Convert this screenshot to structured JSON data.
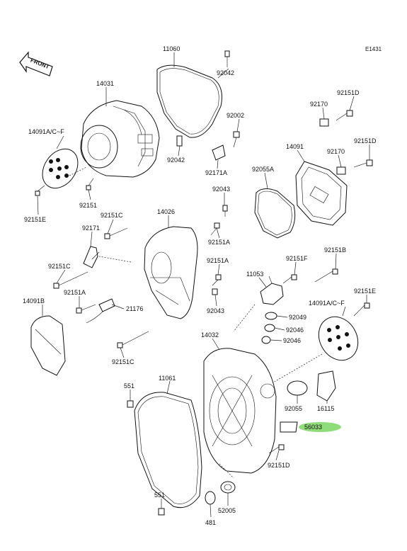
{
  "diagram": {
    "ref_code": "E1431",
    "front_label": "FRONT",
    "highlight_color": "#8fdc7a",
    "labels": {
      "p11060": "11060",
      "p14031": "14031",
      "p92042_a": "92042",
      "p92002": "92002",
      "p14091a_cf_left": "14091A/C~F",
      "p92042_b": "92042",
      "p92171a": "92171A",
      "p92151": "92151",
      "p92151e_left": "92151E",
      "p92043_a": "92043",
      "p92151c_a": "92151C",
      "p14026": "14026",
      "p92171": "92171",
      "p92151a_a": "92151A",
      "p92151c_b": "92151C",
      "p92151a_b": "92151A",
      "p92151a_c": "92151A",
      "p21176": "21176",
      "p92043_b": "92043",
      "p14091b": "14091B",
      "p92151c_c": "92151C",
      "p92151d_a": "92151D",
      "p92170_a": "92170",
      "p92151d_b": "92151D",
      "p14091": "14091",
      "p92170_b": "92170",
      "p92055a": "92055A",
      "p92151f": "92151F",
      "p92151b": "92151B",
      "p11053": "11053",
      "p92151e_right": "92151E",
      "p14091a_cf_right": "14091A/C~F",
      "p92049": "92049",
      "p92046_a": "92046",
      "p92046_b": "92046",
      "p14032": "14032",
      "p11061": "11061",
      "p551_a": "551",
      "p92055": "92055",
      "p16115": "16115",
      "p56033": "56033",
      "p92151d_c": "92151D",
      "p551_b": "551",
      "p52005": "52005",
      "p481": "481"
    }
  }
}
